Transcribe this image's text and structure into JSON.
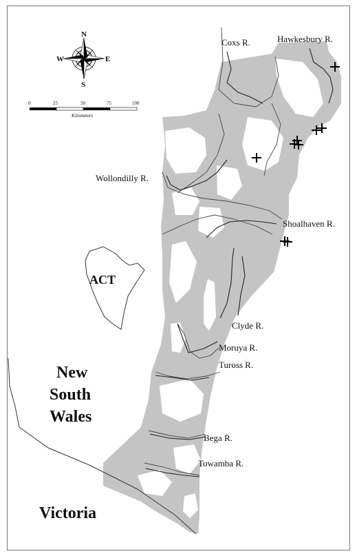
{
  "rivers": [
    {
      "id": "coxs",
      "label": "Coxs R."
    },
    {
      "id": "hawkesbury",
      "label": "Hawkesbury R."
    },
    {
      "id": "wollondilly",
      "label": "Wollondilly R."
    },
    {
      "id": "shoalhaven",
      "label": "Shoalhaven R."
    },
    {
      "id": "clyde",
      "label": "Clyde R."
    },
    {
      "id": "moruya",
      "label": "Moruya R."
    },
    {
      "id": "tuross",
      "label": "Tuross R."
    },
    {
      "id": "bega",
      "label": "Bega R."
    },
    {
      "id": "towamba",
      "label": "Towamba R."
    }
  ],
  "regions": {
    "act": "ACT",
    "nsw_line1": "New",
    "nsw_line2": "South",
    "nsw_line3": "Wales",
    "victoria": "Victoria"
  },
  "compass": {
    "n": "N",
    "s": "S",
    "e": "E",
    "w": "W"
  },
  "scale_bar": {
    "ticks": [
      "0",
      "25",
      "50",
      "75",
      "100"
    ],
    "unit": "Kilometers"
  },
  "colors": {
    "habitat": "#c4c4c4",
    "boundary": "#333333",
    "river": "#222222",
    "marker": "#000000"
  },
  "markers_count": 9
}
